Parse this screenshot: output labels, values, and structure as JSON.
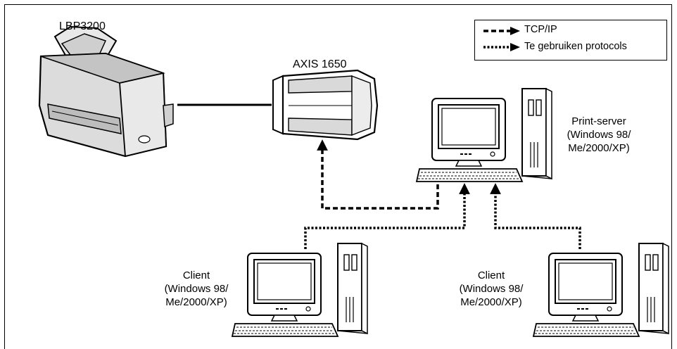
{
  "devices": {
    "printer": {
      "name": "LBP3200",
      "icon": "printer-icon"
    },
    "print_box": {
      "name": "AXIS 1650",
      "icon": "print-server-box-icon"
    },
    "print_server": {
      "line1": "Print-server",
      "line2": "(Windows 98/",
      "line3": "Me/2000/XP)",
      "icon": "desktop-computer-icon"
    },
    "client_left": {
      "line1": "Client",
      "line2": "(Windows 98/",
      "line3": "Me/2000/XP)",
      "icon": "desktop-computer-icon"
    },
    "client_right": {
      "line1": "Client",
      "line2": "(Windows 98/",
      "line3": "Me/2000/XP)",
      "icon": "desktop-computer-icon"
    }
  },
  "legend": {
    "items": [
      {
        "label": "TCP/IP",
        "line_style": "dashed"
      },
      {
        "label": "Te gebruiken protocols",
        "line_style": "dotted"
      }
    ]
  },
  "colors": {
    "ink": "#000000",
    "printer_body": "#d8d8d8",
    "screen": "#ffffff"
  }
}
